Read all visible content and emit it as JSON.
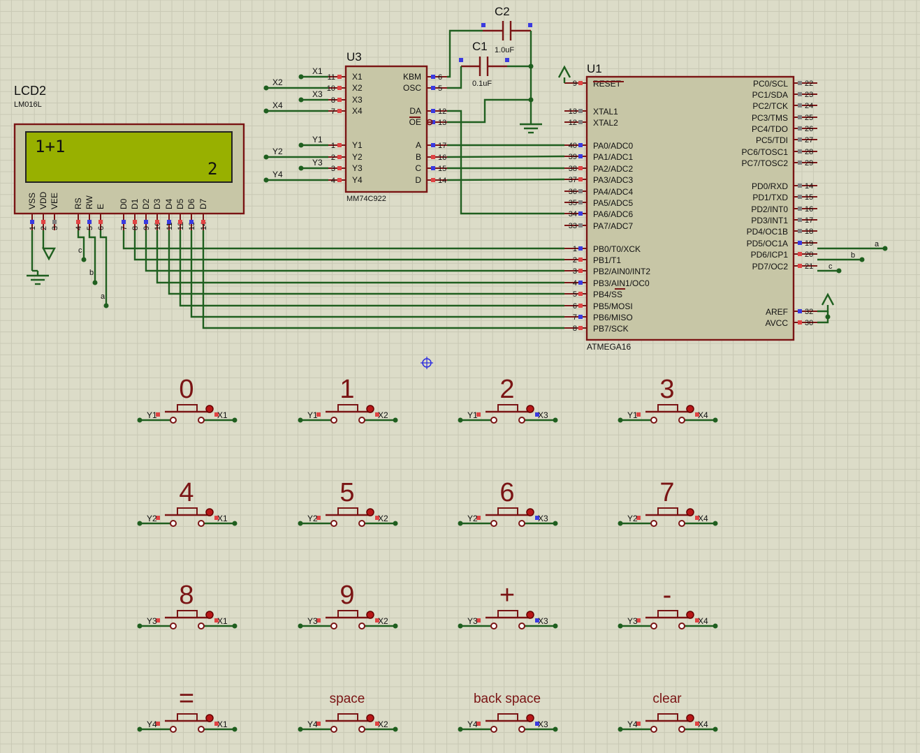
{
  "lcd": {
    "ref": "LCD2",
    "part": "LM016L",
    "line1": "1+1",
    "line2": "2",
    "pin_names": [
      "VSS",
      "VDD",
      "VEE",
      "RS",
      "RW",
      "E",
      "D0",
      "D1",
      "D2",
      "D3",
      "D4",
      "D5",
      "D6",
      "D7"
    ],
    "pin_numbers": [
      "1",
      "2",
      "3",
      "4",
      "5",
      "6",
      "7",
      "8",
      "9",
      "10",
      "11",
      "12",
      "13",
      "14"
    ],
    "net_c": "c",
    "net_b": "b",
    "net_a": "a"
  },
  "encoder": {
    "ref": "U3",
    "part": "MM74C922",
    "left_pins": [
      {
        "name": "X1",
        "num": "11",
        "net": "X1"
      },
      {
        "name": "X2",
        "num": "10",
        "net": "X2"
      },
      {
        "name": "X3",
        "num": "8",
        "net": "X3"
      },
      {
        "name": "X4",
        "num": "7",
        "net": "X4"
      },
      {
        "name": "Y1",
        "num": "1",
        "net": "Y1"
      },
      {
        "name": "Y2",
        "num": "2",
        "net": "Y2"
      },
      {
        "name": "Y3",
        "num": "3",
        "net": "Y3"
      },
      {
        "name": "Y4",
        "num": "4",
        "net": "Y4"
      }
    ],
    "right_pins": [
      {
        "name": "KBM",
        "num": "6"
      },
      {
        "name": "OSC",
        "num": "5"
      },
      {
        "name": "DA",
        "num": "12"
      },
      {
        "name": "OE",
        "num": "13"
      },
      {
        "name": "A",
        "num": "17"
      },
      {
        "name": "B",
        "num": "16"
      },
      {
        "name": "C",
        "num": "15"
      },
      {
        "name": "D",
        "num": "14"
      }
    ]
  },
  "c1": {
    "ref": "C1",
    "value": "0.1uF"
  },
  "c2": {
    "ref": "C2",
    "value": "1.0uF"
  },
  "mcu": {
    "ref": "U1",
    "part": "ATMEGA16",
    "left_pins": [
      {
        "name": "RESET",
        "num": "9"
      },
      {
        "name": "XTAL1",
        "num": "13"
      },
      {
        "name": "XTAL2",
        "num": "12"
      },
      {
        "name": "PA0/ADC0",
        "num": "40"
      },
      {
        "name": "PA1/ADC1",
        "num": "39"
      },
      {
        "name": "PA2/ADC2",
        "num": "38"
      },
      {
        "name": "PA3/ADC3",
        "num": "37"
      },
      {
        "name": "PA4/ADC4",
        "num": "36"
      },
      {
        "name": "PA5/ADC5",
        "num": "35"
      },
      {
        "name": "PA6/ADC6",
        "num": "34"
      },
      {
        "name": "PA7/ADC7",
        "num": "33"
      },
      {
        "name": "PB0/T0/XCK",
        "num": "1"
      },
      {
        "name": "PB1/T1",
        "num": "2"
      },
      {
        "name": "PB2/AIN0/INT2",
        "num": "3"
      },
      {
        "name": "PB3/AIN1/OC0",
        "num": "4"
      },
      {
        "name": "PB4/SS",
        "num": "5"
      },
      {
        "name": "PB5/MOSI",
        "num": "6"
      },
      {
        "name": "PB6/MISO",
        "num": "7"
      },
      {
        "name": "PB7/SCK",
        "num": "8"
      }
    ],
    "right_pins": [
      {
        "name": "PC0/SCL",
        "num": "22"
      },
      {
        "name": "PC1/SDA",
        "num": "23"
      },
      {
        "name": "PC2/TCK",
        "num": "24"
      },
      {
        "name": "PC3/TMS",
        "num": "25"
      },
      {
        "name": "PC4/TDO",
        "num": "26"
      },
      {
        "name": "PC5/TDI",
        "num": "27"
      },
      {
        "name": "PC6/TOSC1",
        "num": "28"
      },
      {
        "name": "PC7/TOSC2",
        "num": "29"
      },
      {
        "name": "PD0/RXD",
        "num": "14"
      },
      {
        "name": "PD1/TXD",
        "num": "15"
      },
      {
        "name": "PD2/INT0",
        "num": "16"
      },
      {
        "name": "PD3/INT1",
        "num": "17"
      },
      {
        "name": "PD4/OC1B",
        "num": "18"
      },
      {
        "name": "PD5/OC1A",
        "num": "19"
      },
      {
        "name": "PD6/ICP1",
        "num": "20"
      },
      {
        "name": "PD7/OC2",
        "num": "21"
      },
      {
        "name": "AREF",
        "num": "32"
      },
      {
        "name": "AVCC",
        "num": "30"
      }
    ],
    "net_a": "a",
    "net_b": "b",
    "net_c": "c"
  },
  "keys": [
    {
      "label": "0",
      "y": "Y1",
      "x": "X1"
    },
    {
      "label": "1",
      "y": "Y1",
      "x": "X2"
    },
    {
      "label": "2",
      "y": "Y1",
      "x": "X3"
    },
    {
      "label": "3",
      "y": "Y1",
      "x": "X4"
    },
    {
      "label": "4",
      "y": "Y2",
      "x": "X1"
    },
    {
      "label": "5",
      "y": "Y2",
      "x": "X2"
    },
    {
      "label": "6",
      "y": "Y2",
      "x": "X3"
    },
    {
      "label": "7",
      "y": "Y2",
      "x": "X4"
    },
    {
      "label": "8",
      "y": "Y3",
      "x": "X1"
    },
    {
      "label": "9",
      "y": "Y3",
      "x": "X2"
    },
    {
      "label": "+",
      "y": "Y3",
      "x": "X3"
    },
    {
      "label": "-",
      "y": "Y3",
      "x": "X4"
    },
    {
      "label": "=",
      "y": "Y4",
      "x": "X1"
    },
    {
      "label": "space",
      "y": "Y4",
      "x": "X2"
    },
    {
      "label": "back space",
      "y": "Y4",
      "x": "X3"
    },
    {
      "label": "clear",
      "y": "Y4",
      "x": "X4"
    }
  ]
}
